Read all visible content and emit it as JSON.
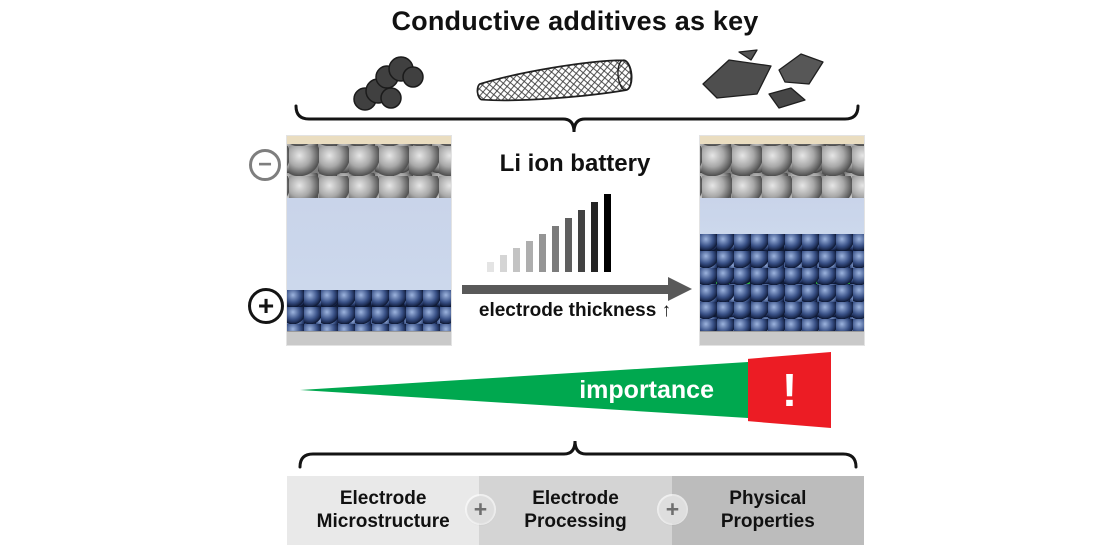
{
  "title": "Conductive additives as key",
  "additive_icons": {
    "carbon_black": "carbon-black-aggregate",
    "nanotube": "carbon-nanotube",
    "graphite": "graphite-flakes"
  },
  "battery": {
    "label": "Li ion battery",
    "electrode_thickness_label": "electrode thickness ↑",
    "negative_symbol": "−",
    "positive_symbol": "+"
  },
  "importance": {
    "label": "importance",
    "alert_symbol": "!"
  },
  "factors": {
    "separator": "+",
    "items": [
      {
        "line1": "Electrode",
        "line2": "Microstructure"
      },
      {
        "line1": "Electrode",
        "line2": "Processing"
      },
      {
        "line1": "Physical",
        "line2": "Properties"
      }
    ]
  },
  "colors": {
    "importance_green": "#00A84F",
    "alert_red": "#EC1C24"
  }
}
